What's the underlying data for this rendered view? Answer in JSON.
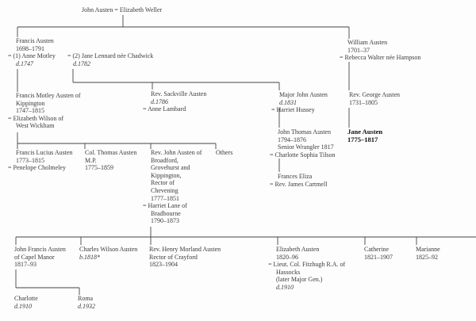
{
  "people": [
    {
      "id": "root",
      "lines": [
        {
          "t": "John Austen = Elizabeth Weller"
        }
      ]
    },
    {
      "id": "francis",
      "lines": [
        {
          "t": "Francis Austen"
        },
        {
          "t": "1698–1791"
        },
        {
          "t": "= (1) Anne Motley",
          "eq": true
        },
        {
          "t": "d.1747",
          "it": true
        }
      ]
    },
    {
      "id": "jane-lennard",
      "lines": [
        {
          "t": "= (2) Jane Lennard née Chadwick"
        },
        {
          "t": "d.1782",
          "it": true,
          "indent": true
        }
      ]
    },
    {
      "id": "william",
      "lines": [
        {
          "t": "William Austen"
        },
        {
          "t": "1701–37"
        },
        {
          "t": "= Rebecca Walter née Hampson",
          "eq": true
        }
      ]
    },
    {
      "id": "sackville",
      "lines": [
        {
          "t": "Rev. Sackville Austen"
        },
        {
          "t": "d.1786",
          "it": true
        },
        {
          "t": "= Anne Lambard",
          "eq": true
        }
      ]
    },
    {
      "id": "francis-motley",
      "lines": [
        {
          "t": "Francis Motley Austen of"
        },
        {
          "t": "Kippington"
        },
        {
          "t": "1747–1815"
        },
        {
          "t": "= Elizabeth Wilson of",
          "eq": true
        },
        {
          "t": "West Wickham"
        }
      ]
    },
    {
      "id": "major-john",
      "lines": [
        {
          "t": "Major John Austen"
        },
        {
          "t": "d.1831",
          "it": true
        },
        {
          "t": "= Harriet Hussey",
          "eq": true
        }
      ]
    },
    {
      "id": "george",
      "lines": [
        {
          "t": "Rev. George Austen"
        },
        {
          "t": "1731–1805"
        }
      ]
    },
    {
      "id": "john-thomas",
      "lines": [
        {
          "t": "John Thomas Austen"
        },
        {
          "t": "1794–1876"
        },
        {
          "t": "Senior Wrangler 1817"
        },
        {
          "t": "= Charlotte Sophia Tilson",
          "eq": true
        }
      ]
    },
    {
      "id": "jane-austen",
      "bold": true,
      "lines": [
        {
          "t": "Jane Austen"
        },
        {
          "t": "1775–1817"
        }
      ]
    },
    {
      "id": "frances-eliza",
      "lines": [
        {
          "t": "Frances Eliza"
        },
        {
          "t": "= Rev. James Cartmell",
          "eq": true
        }
      ]
    },
    {
      "id": "francis-lucius",
      "lines": [
        {
          "t": "Francis Lucius Austen"
        },
        {
          "t": "1773–1815"
        },
        {
          "t": "= Penelope Cholmeley",
          "eq": true
        }
      ]
    },
    {
      "id": "col-thomas",
      "lines": [
        {
          "t": "Col. Thomas Austen"
        },
        {
          "t": "M.P."
        },
        {
          "t": "1775–1859"
        }
      ]
    },
    {
      "id": "rev-john",
      "lines": [
        {
          "t": "Rev. John Austen of"
        },
        {
          "t": "Broadford,"
        },
        {
          "t": "Grovehurst and"
        },
        {
          "t": "Kippington,"
        },
        {
          "t": "Rector of"
        },
        {
          "t": "Chevening"
        },
        {
          "t": "1777–1851"
        },
        {
          "t": "= Harriet Lane of",
          "eq": true
        },
        {
          "t": "Bradbourne"
        },
        {
          "t": "1790–1873"
        }
      ]
    },
    {
      "id": "others",
      "lines": [
        {
          "t": "Others"
        }
      ]
    },
    {
      "id": "john-francis",
      "lines": [
        {
          "t": "John Francis Austen"
        },
        {
          "t": "of Capel Manor"
        },
        {
          "t": "1817–93"
        }
      ]
    },
    {
      "id": "charles-wilson",
      "lines": [
        {
          "t": "Charles Wilson Austen"
        },
        {
          "t": "b.1818*",
          "it": true
        }
      ]
    },
    {
      "id": "henry-morland",
      "lines": [
        {
          "t": "Rev. Henry Morland Austen"
        },
        {
          "t": "Rector of Crayford"
        },
        {
          "t": "1823–1904"
        }
      ]
    },
    {
      "id": "elizabeth",
      "lines": [
        {
          "t": "Elizabeth Austen"
        },
        {
          "t": "1820–96"
        },
        {
          "t": "= Lieut. Col. Fitzhugh R.A. of",
          "eq": true
        },
        {
          "t": "Hassocks"
        },
        {
          "t": "(later Major Gen.)"
        },
        {
          "t": "d.1910",
          "it": true
        }
      ]
    },
    {
      "id": "catherine",
      "lines": [
        {
          "t": "Catherine"
        },
        {
          "t": "1821–1907"
        }
      ]
    },
    {
      "id": "marianne",
      "lines": [
        {
          "t": "Marianne"
        },
        {
          "t": "1825–92"
        }
      ]
    },
    {
      "id": "charlotte",
      "lines": [
        {
          "t": "Charlotte"
        },
        {
          "t": "d.1910",
          "it": true
        }
      ]
    },
    {
      "id": "roma",
      "lines": [
        {
          "t": "Roma"
        },
        {
          "t": "d.1932",
          "it": true
        }
      ]
    }
  ]
}
